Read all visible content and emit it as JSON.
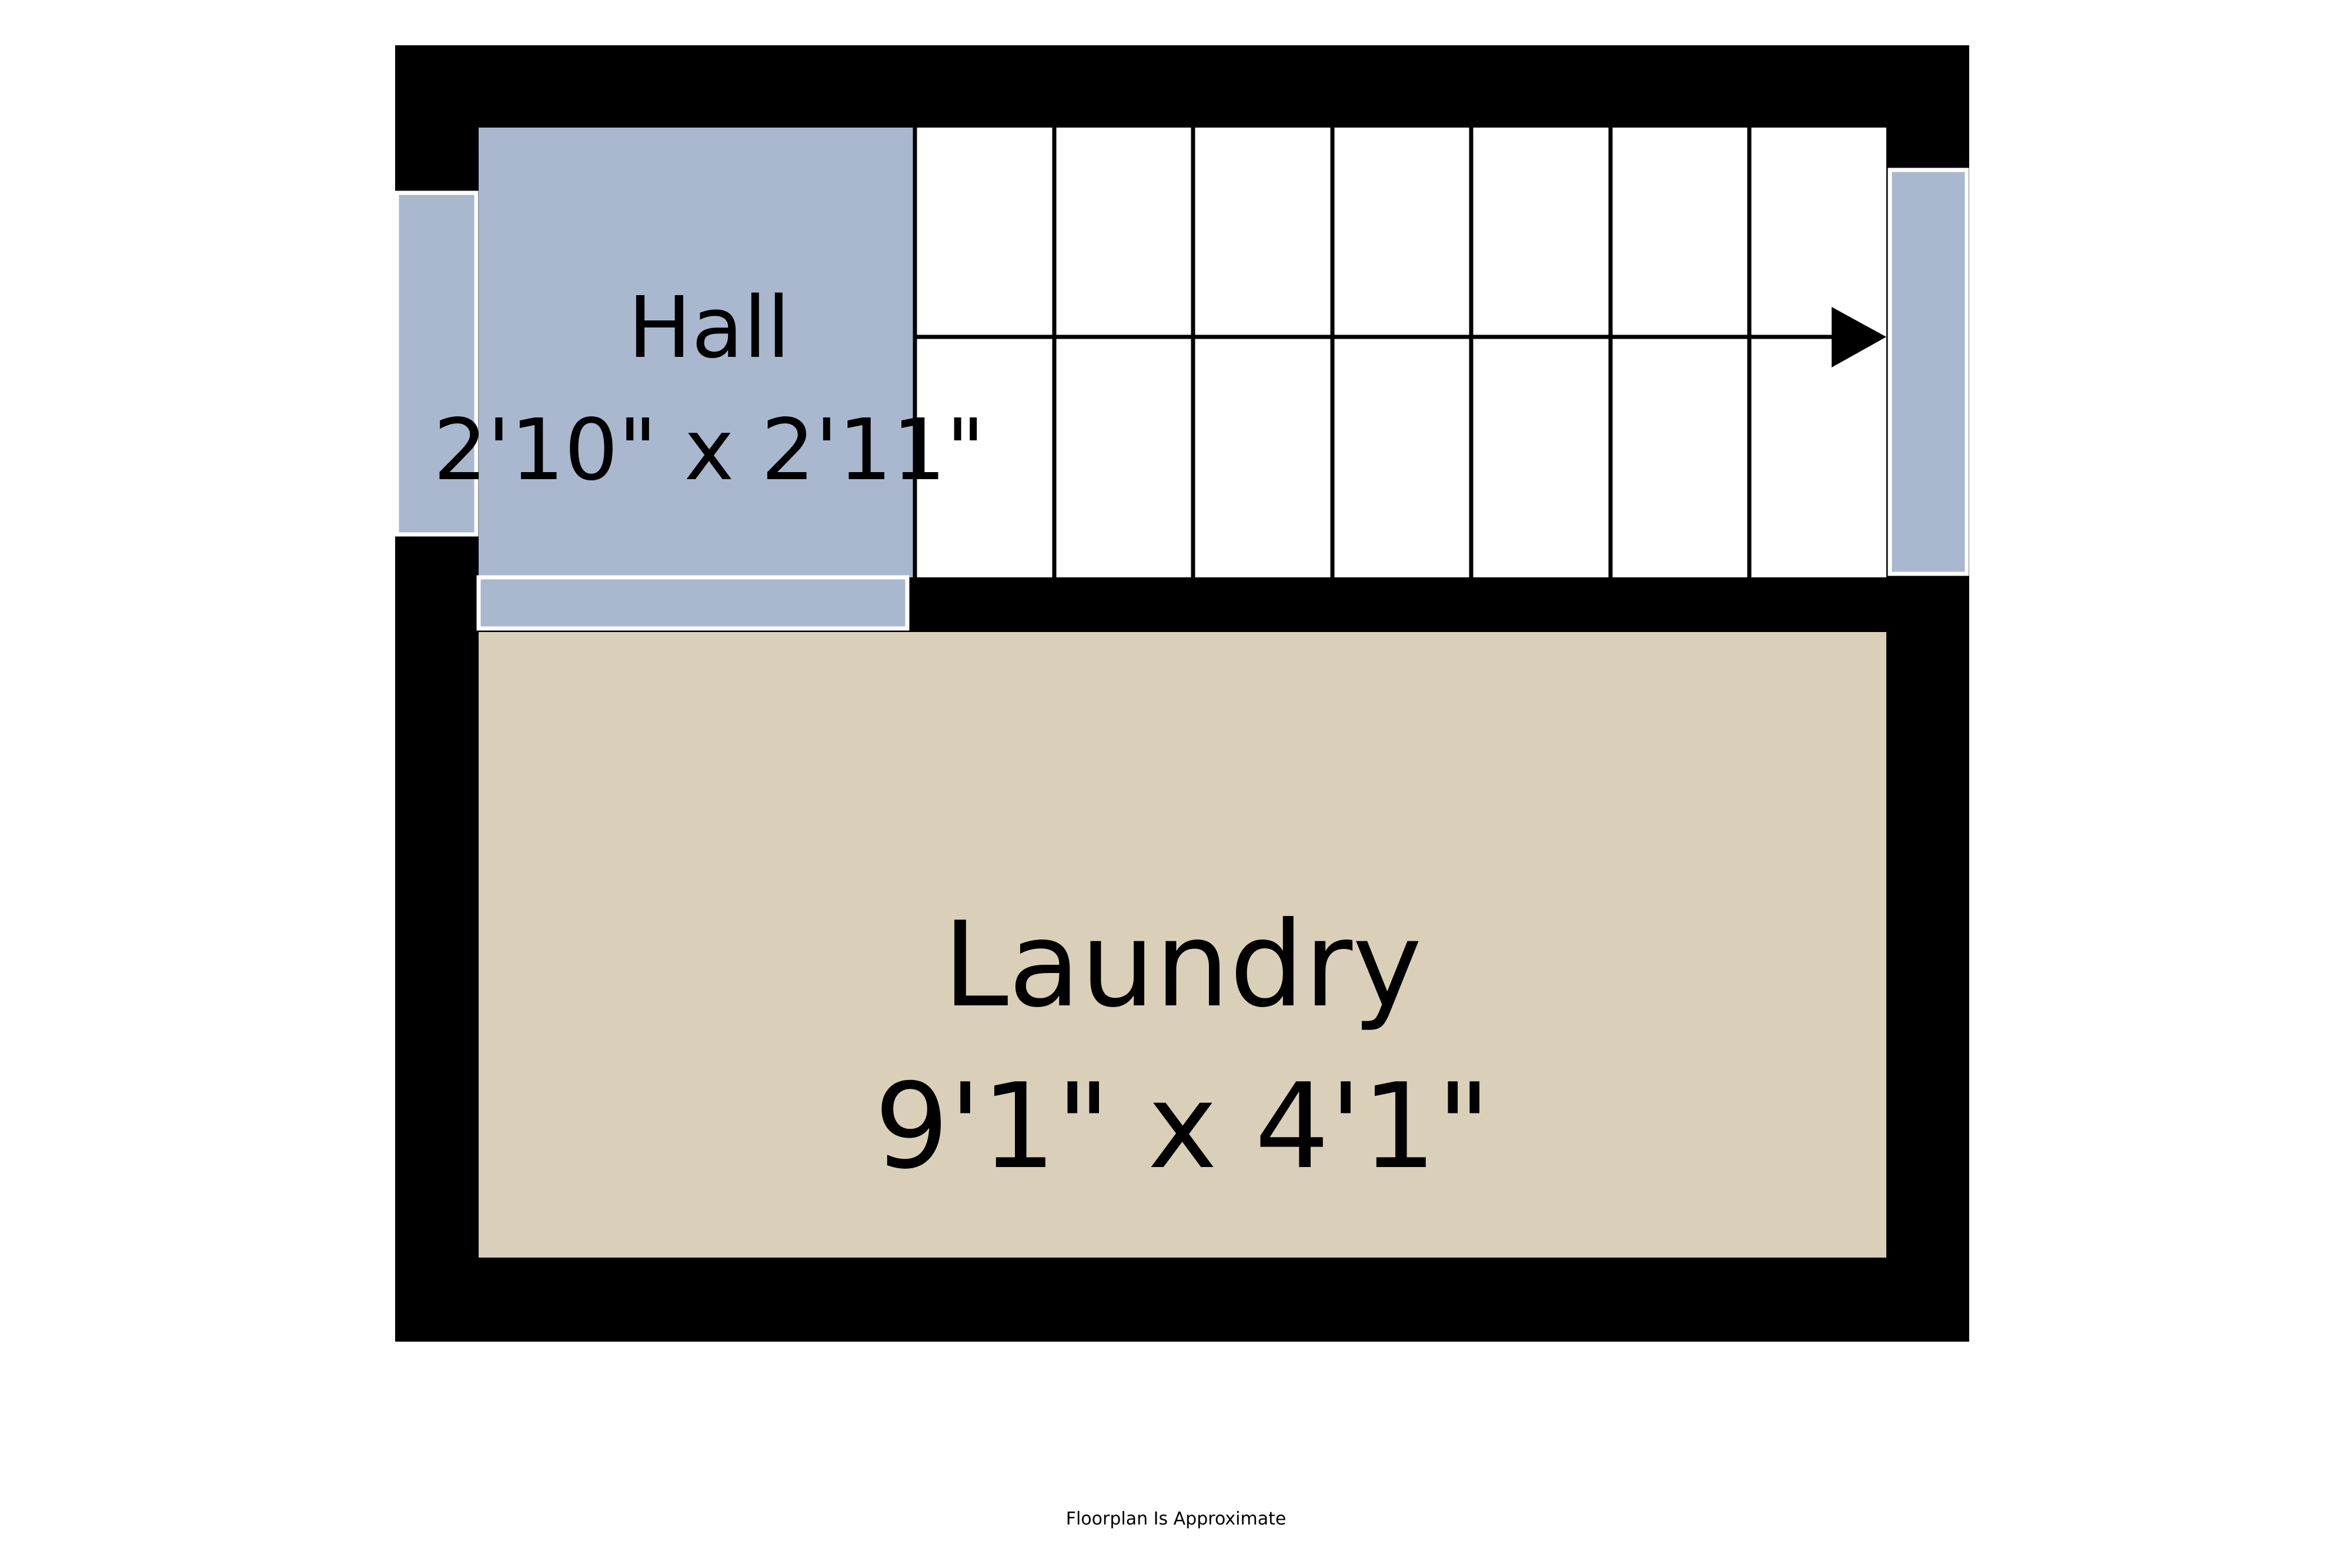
{
  "rooms": {
    "hall": {
      "name": "Hall",
      "dimensions": "2'10\" x 2'11\""
    },
    "laundry": {
      "name": "Laundry",
      "dimensions": "9'1\" x 4'1\""
    }
  },
  "footer": {
    "note": "Floorplan Is Approximate"
  },
  "colors": {
    "wall": "#000000",
    "hall_fill": "#a9b8cf",
    "laundry_fill": "#dad0ba",
    "stairs_fill": "#ffffff",
    "door_outline": "#ffffff"
  },
  "stairs": {
    "tread_count": 7,
    "direction": "right"
  }
}
